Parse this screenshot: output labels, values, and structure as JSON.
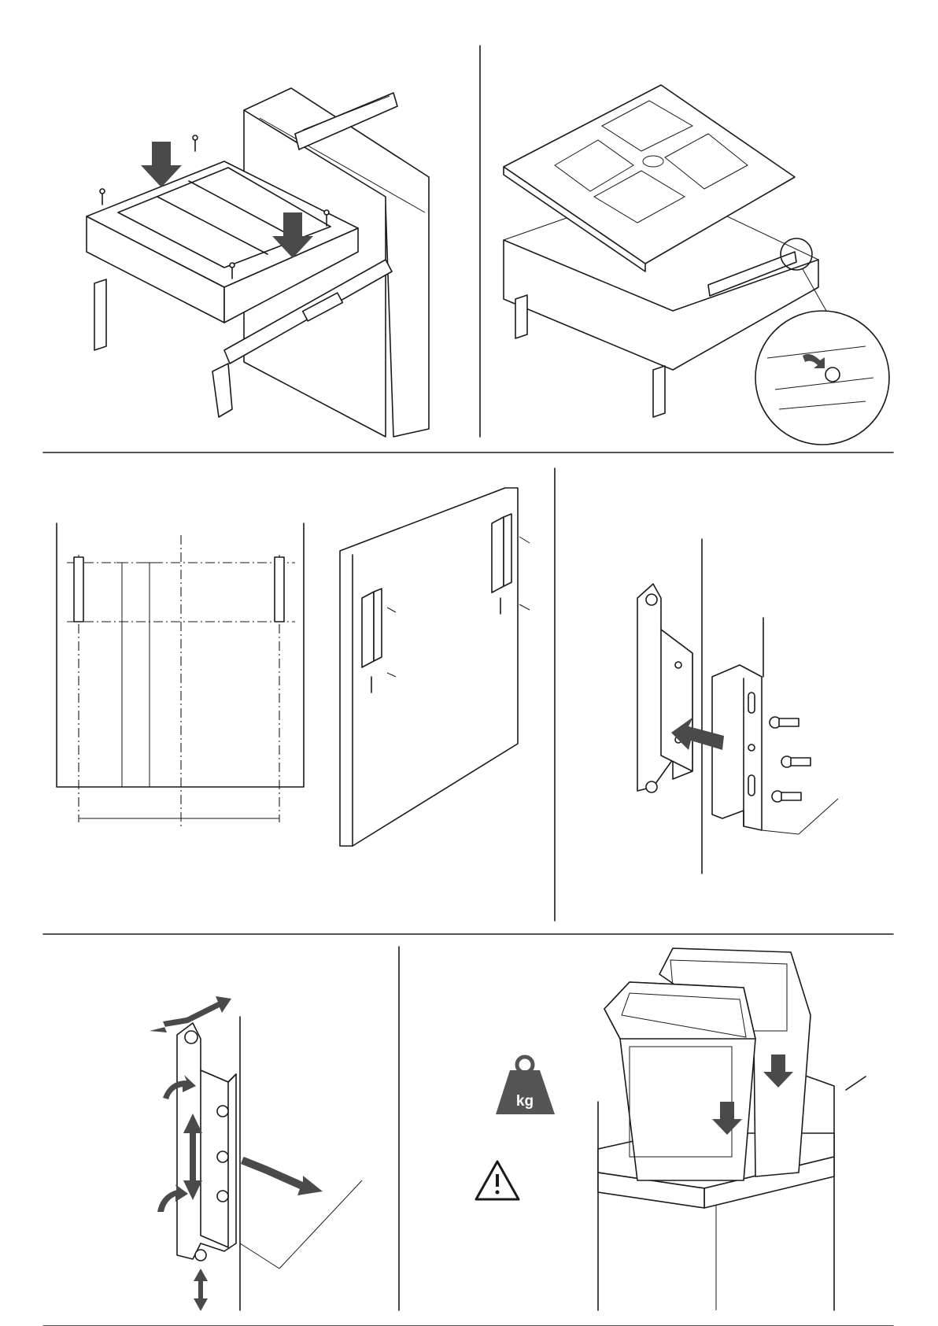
{
  "weight_icon": {
    "label": "kg",
    "icon": "weight-icon",
    "color": "#555555"
  },
  "warning_icon": {
    "icon": "warning-icon",
    "glyph": "!"
  },
  "panels": [
    "step-1-frame-mounting",
    "step-2-lid-fitting",
    "step-3-bracket-layout",
    "step-4-door-brackets",
    "step-5-bracket-detail",
    "step-6-adjustment",
    "step-7-bins-insertion"
  ]
}
